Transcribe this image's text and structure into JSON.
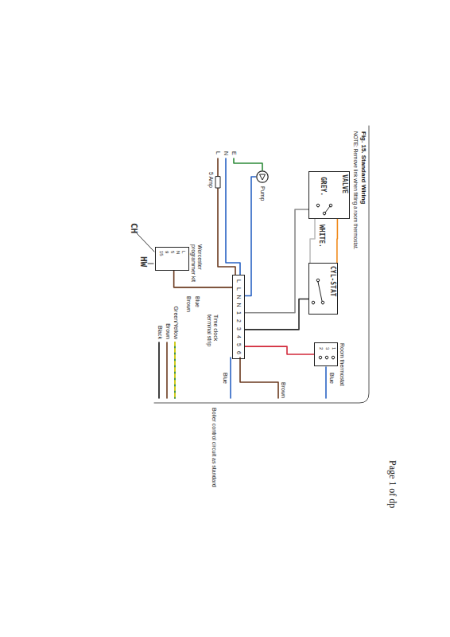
{
  "diagram": {
    "title": "Fig. 15. Standard Wiring",
    "nodes": [
      {
        "text": [
          "Pump"
        ]
      },
      {
        "text": [
          "VALVE"
        ]
      },
      {
        "text": [
          "CYL-STAT"
        ]
      },
      {
        "text": [
          "Room thermostat"
        ]
      },
      {
        "text": [
          "L",
          "L",
          "N",
          "N",
          "1",
          "2",
          "3",
          "4",
          "5",
          "6"
        ]
      },
      {
        "text": [
          "Worcester programmer kit",
          "L",
          "N",
          "5",
          "9",
          "15"
        ]
      }
    ],
    "edges": [
      {
        "from": 4,
        "to": 0,
        "arrow": "none"
      },
      {
        "from": 4,
        "to": 1,
        "arrow": "none"
      },
      {
        "from": 4,
        "to": 2,
        "arrow": "none"
      },
      {
        "from": 4,
        "to": 3,
        "arrow": "none"
      },
      {
        "from": 4,
        "to": 5,
        "arrow": "none"
      },
      {
        "from": 1,
        "to": 2,
        "arrow": "none"
      }
    ],
    "labels": [
      "L",
      "N",
      "E",
      "5 Amp",
      "GREY.",
      "WHITE.",
      "Brown",
      "Blue",
      "Time clock terminal strip",
      "CH",
      "HW",
      "1",
      "3",
      "2",
      "Green/Yellow",
      "Brown",
      "Black",
      "Blue",
      "Brown",
      "Blue",
      "Boiler control circuit as standard",
      "NOTE: Remove link when fitting a room thermostat.",
      "Page 1 of dp"
    ]
  }
}
